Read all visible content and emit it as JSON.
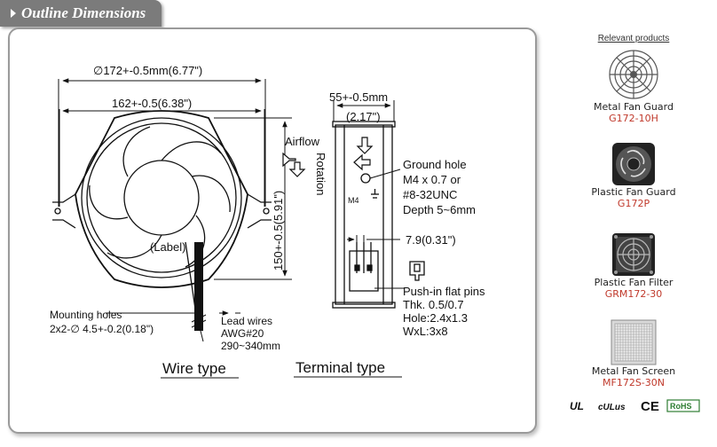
{
  "header": {
    "title": "Outline Dimensions"
  },
  "wire_type": {
    "title": "Wire type",
    "dim_outer": "∅172+-0.5mm(6.77\")",
    "dim_holes": "162+-0.5(6.38\")",
    "dim_height": "150+-0.5(5.91\")",
    "airflow": "Airflow",
    "rotation": "Rotation",
    "label_text": "(Label)",
    "mounting_line1": "Mounting holes",
    "mounting_line2": "2x2-∅ 4.5+-0.2(0.18\")",
    "lead_line1": "Lead wires",
    "lead_line2": "AWG#20",
    "lead_line3": "290~340mm"
  },
  "terminal_type": {
    "title": "Terminal type",
    "dim_depth_mm": "55+-0.5mm",
    "dim_depth_in": "(2.17\")",
    "ground_line1": "Ground hole",
    "ground_line2": "M4 x 0.7 or",
    "ground_line3": "#8-32UNC",
    "ground_line4": "Depth 5~6mm",
    "m4_label": "M4",
    "dim_pin": "7.9(0.31\")",
    "pins_line1": "Push-in flat pins",
    "pins_line2": "Thk. 0.5/0.7",
    "pins_line3": "Hole:2.4x1.3",
    "pins_line4": "WxL:3x8"
  },
  "related": {
    "title": "Relevant products",
    "items": [
      {
        "name": "Metal Fan Guard",
        "code": "G172-10H",
        "icon": "metal-fan-guard-icon"
      },
      {
        "name": "Plastic Fan Guard",
        "code": "G172P",
        "icon": "plastic-fan-guard-icon"
      },
      {
        "name": "Plastic Fan Filter",
        "code": "GRM172-30",
        "icon": "plastic-fan-filter-icon"
      },
      {
        "name": "Metal Fan Screen",
        "code": "MF172S-30N",
        "icon": "metal-fan-screen-icon"
      }
    ]
  },
  "certifications": {
    "ce": "CE",
    "rohs": "RoHS",
    "ul": "UL",
    "cul": "cULus"
  },
  "colors": {
    "tab_bg": "#7b7b7b",
    "panel_border": "#9a9a9a",
    "product_code": "#c0392b"
  }
}
